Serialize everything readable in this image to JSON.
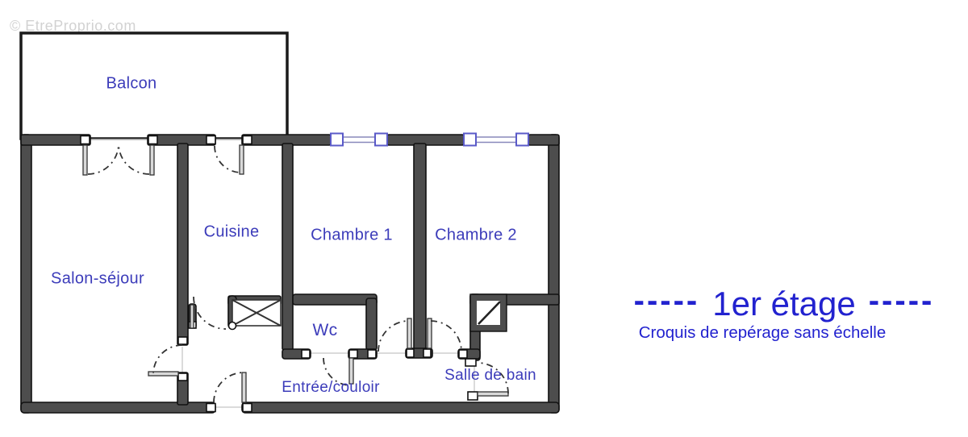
{
  "watermark": {
    "text": "© EtreProprio.com"
  },
  "rooms": {
    "balcon": "Balcon",
    "salon": "Salon-séjour",
    "cuisine": "Cuisine",
    "chambre1": "Chambre 1",
    "chambre2": "Chambre 2",
    "wc": "Wc",
    "entree": "Entrée/couloir",
    "sdb": "Salle de bain"
  },
  "annotation": {
    "dashes_left": "-----",
    "title": "1er étage",
    "dashes_right": "-----",
    "subtitle": "Croquis de repérage sans échelle"
  },
  "colors": {
    "room_label": "#3c3cba",
    "annotation_blue": "#2222cf",
    "wall_fill": "#4d4d4d",
    "wall_outline": "#111111",
    "window_frame": "#5a5ac8",
    "watermark_gray": "#d2d2d2",
    "background": "#ffffff"
  }
}
